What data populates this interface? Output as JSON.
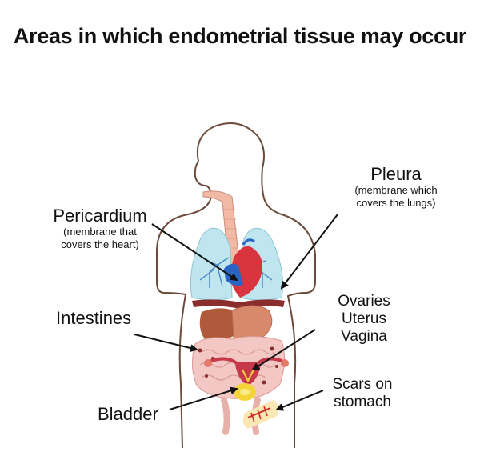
{
  "title": "Areas in which endometrial tissue may occur",
  "labels": {
    "pericardium": {
      "name": "Pericardium",
      "note_line1": "(membrane that",
      "note_line2": "covers the heart)"
    },
    "pleura": {
      "name": "Pleura",
      "note_line1": "(membrane which",
      "note_line2": "covers the lungs)"
    },
    "intestines": {
      "name": "Intestines"
    },
    "reproductive": {
      "line1": "Ovaries",
      "line2": "Uterus",
      "line3": "Vagina"
    },
    "scars": {
      "line1": "Scars on",
      "line2": "stomach"
    },
    "bladder": {
      "name": "Bladder"
    }
  },
  "colors": {
    "outline": "#6b4a3a",
    "lungs": "#bfe6ee",
    "bronchi": "#4a86c8",
    "heart": "#d8353f",
    "vessels": "#2a64c4",
    "trachea": "#f2b9a4",
    "liver": "#b05a3c",
    "stomach": "#d8896b",
    "intestines": "#f3c7c3",
    "uterus": "#c7384b",
    "bladder": "#f5d43b",
    "scar_patch": "#fbe7b3",
    "scar_line": "#d02a2a"
  }
}
